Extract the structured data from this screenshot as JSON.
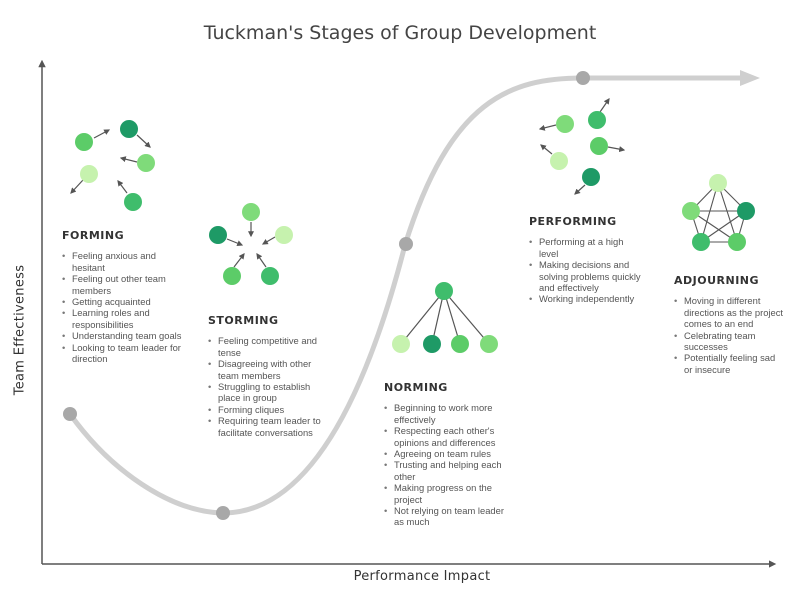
{
  "title": "Tuckman's Stages of Group Development",
  "xlabel": "Performance Impact",
  "ylabel": "Team Effectiveness",
  "colors": {
    "curve": "#cfcfcf",
    "curve_marker": "#a8a8a8",
    "axis": "#555555",
    "arrow": "#555555",
    "green_dark": "#1e9a66",
    "green_mid": "#3fbd6c",
    "green_light": "#7fdb7a",
    "green_pale": "#c6f2ae"
  },
  "stages": [
    {
      "name": "FORMING",
      "items": [
        "Feeling anxious and hesitant",
        "Feeling out other team members",
        "Getting acquainted",
        "Learning roles and responsibilities",
        "Understanding team goals",
        "Looking to team leader for direction"
      ]
    },
    {
      "name": "STORMING",
      "items": [
        "Feeling competitive and tense",
        "Disagreeing with other team members",
        "Struggling to establish place in group",
        "Forming cliques",
        "Requiring team leader to facilitate conversations"
      ]
    },
    {
      "name": "NORMING",
      "items": [
        "Beginning to work more effectively",
        "Respecting each other's opinions and differences",
        "Agreeing on team rules",
        "Trusting and helping each other",
        "Making progress on the project",
        "Not relying on team leader as much"
      ]
    },
    {
      "name": "PERFORMING",
      "items": [
        "Performing at a high level",
        "Making decisions and solving problems quickly and effectively",
        "Working independently"
      ]
    },
    {
      "name": "ADJOURNING",
      "items": [
        "Moving in different directions as the project comes to an end",
        "Celebrating team successes",
        "Potentially feeling sad or insecure"
      ]
    }
  ]
}
